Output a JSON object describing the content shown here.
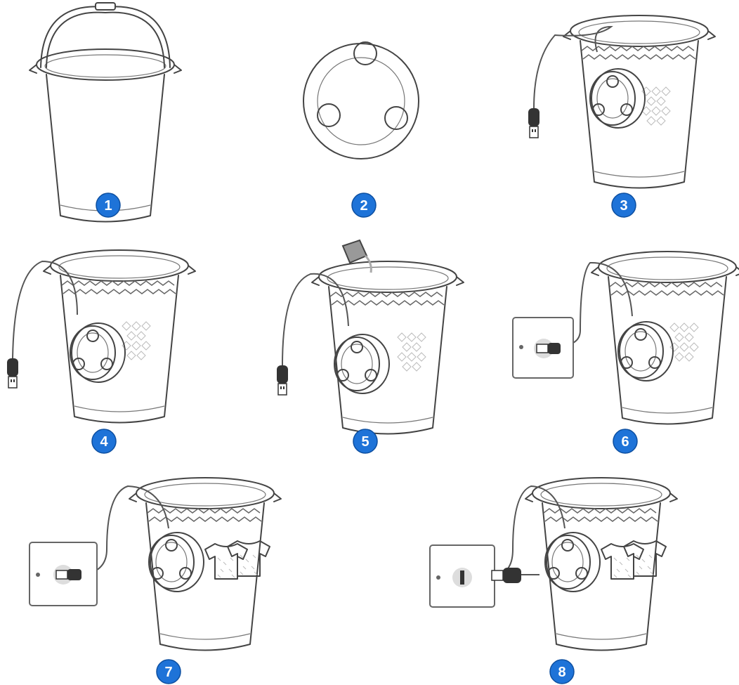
{
  "steps": [
    {
      "id": 1,
      "label": "1"
    },
    {
      "id": 2,
      "label": "2"
    },
    {
      "id": 3,
      "label": "3"
    },
    {
      "id": 4,
      "label": "4"
    },
    {
      "id": 5,
      "label": "5"
    },
    {
      "id": 6,
      "label": "6"
    },
    {
      "id": 7,
      "label": "7"
    },
    {
      "id": 8,
      "label": "8"
    }
  ],
  "colors": {
    "badge": "#1e73d8",
    "line": "#444444",
    "background": "#ffffff"
  },
  "icons": [
    "bucket-icon",
    "washer-disc-icon",
    "usb-plug-icon",
    "wall-outlet-icon",
    "shirt-icon",
    "pitcher-icon"
  ]
}
